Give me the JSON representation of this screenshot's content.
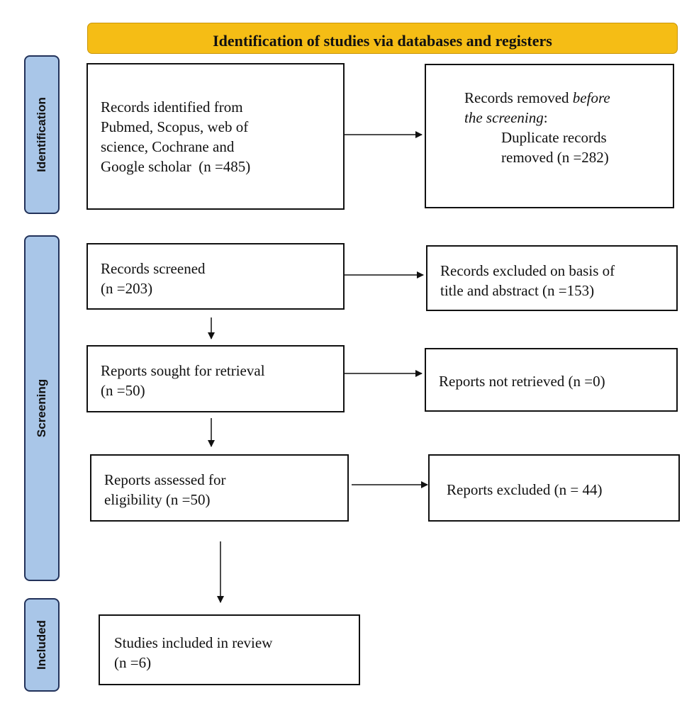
{
  "header": {
    "title": "Identification of studies via databases and registers"
  },
  "phases": {
    "identification": "Identification",
    "screening": "Screening",
    "included": "Included"
  },
  "boxes": {
    "records_identified": {
      "line1": "Records identified from",
      "line2": "Pubmed, Scopus, web of",
      "line3": "science, Cochrane and",
      "line4": "Google scholar  (n =485)"
    },
    "records_removed": {
      "line1": "Records removed ",
      "line1_italic": "before",
      "line2_italic": "the screening",
      "line2_end": ":",
      "line3": "Duplicate records",
      "line4": "removed (n =282)"
    },
    "records_screened": {
      "line1": "Records screened",
      "line2": "(n =203)"
    },
    "records_excluded": {
      "line1": "Records excluded on basis of",
      "line2": "title and abstract (n =153)"
    },
    "reports_sought": {
      "line1": "Reports sought for retrieval",
      "line2": "(n =50)"
    },
    "reports_not_retrieved": {
      "line1": "Reports not retrieved (n =0)"
    },
    "reports_assessed": {
      "line1": "Reports assessed for",
      "line2": "eligibility (n =50)"
    },
    "reports_excluded": {
      "line1": "Reports excluded (n = 44)"
    },
    "studies_included": {
      "line1": "Studies included in review",
      "line2": "(n =6)"
    }
  }
}
